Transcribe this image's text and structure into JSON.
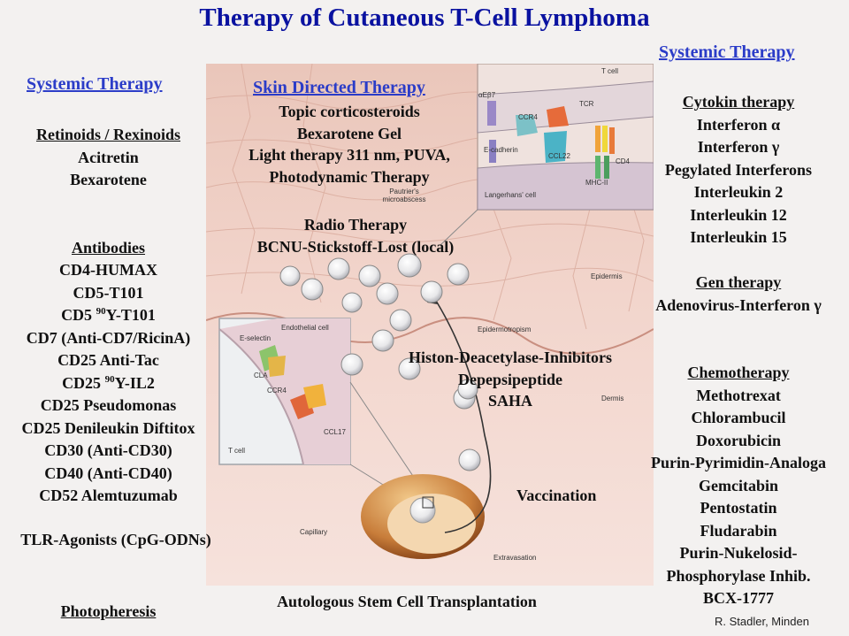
{
  "title": "Therapy of Cutaneous T-Cell Lymphoma",
  "credit": "R. Stadler, Minden",
  "left": {
    "heading": "Systemic Therapy",
    "retinoids": {
      "heading": "Retinoids / Rexinoids",
      "items": [
        "Acitretin",
        "Bexarotene"
      ]
    },
    "antibodies": {
      "heading": "Antibodies",
      "items": [
        "CD4-HUMAX",
        "CD5-T101",
        "CD5",
        "CD7 (Anti-CD7/RicinA)",
        "CD25 Anti-Tac",
        "CD25",
        "CD25 Pseudomonas",
        "CD25 Denileukin Diftitox",
        "CD30 (Anti-CD30)",
        "CD40 (Anti-CD40)",
        "CD52 Alemtuzumab"
      ],
      "cd5_sup": "90",
      "cd5_suffix": "Y-T101",
      "cd25_sup": "90",
      "cd25_suffix": "Y-IL2"
    },
    "tlr": "TLR-Agonists (CpG-ODNs)",
    "photopheresis": "Photopheresis"
  },
  "center": {
    "heading": "Skin Directed Therapy",
    "items": [
      "Topic corticosteroids",
      "Bexarotene Gel",
      "Light therapy 311 nm, PUVA,",
      "Photodynamic Therapy"
    ],
    "radio": [
      "Radio Therapy",
      "BCNU-Stickstoff-Lost (local)"
    ],
    "hdac": [
      "Histon-Deacetylase-Inhibitors",
      "Depepsipeptide",
      "SAHA"
    ],
    "vaccination": "Vaccination",
    "stem_cell": "Autologous Stem Cell Transplantation",
    "figure_labels": {
      "tcell": "T cell",
      "ecadherin": "E-cadherin",
      "ccr4_top": "CCR4",
      "ccl22": "CCL22",
      "tcr": "TCR",
      "cd4": "CD4",
      "mhc": "MHC-II",
      "integrin": "αEβ7",
      "langerhans": "Langerhans' cell",
      "pautrier": "Pautrier's microabscess",
      "epidermis": "Epidermis",
      "epidermotropism": "Epidermotropism",
      "dermis": "Dermis",
      "endothelial": "Endothelial cell",
      "eselectin": "E-selectin",
      "cla": "CLA",
      "ccr4_low": "CCR4",
      "ccl17": "CCL17",
      "tcell_low": "T cell",
      "capillary": "Capillary",
      "extravasation": "Extravasation"
    }
  },
  "right": {
    "heading": "Systemic Therapy",
    "cytokin": {
      "heading": "Cytokin therapy",
      "items": [
        "Interferon α",
        "Interferon γ",
        "Pegylated Interferons",
        "Interleukin 2",
        "Interleukin 12",
        "Interleukin 15"
      ]
    },
    "gen": {
      "heading": "Gen therapy",
      "items": [
        "Adenovirus-Interferon γ"
      ]
    },
    "chemo": {
      "heading": "Chemotherapy",
      "items": [
        "Methotrexat",
        "Chlorambucil",
        "Doxorubicin",
        "Purin-Pyrimidin-Analoga",
        "Gemcitabin",
        "Pentostatin",
        "Fludarabin",
        "Purin-Nukelosid-",
        "Phosphorylase Inhib.",
        "BCX-1777"
      ]
    }
  },
  "colors": {
    "title": "#0a12a0",
    "heading_blue": "#2b3cc8",
    "skin": "#f0d6cf"
  }
}
